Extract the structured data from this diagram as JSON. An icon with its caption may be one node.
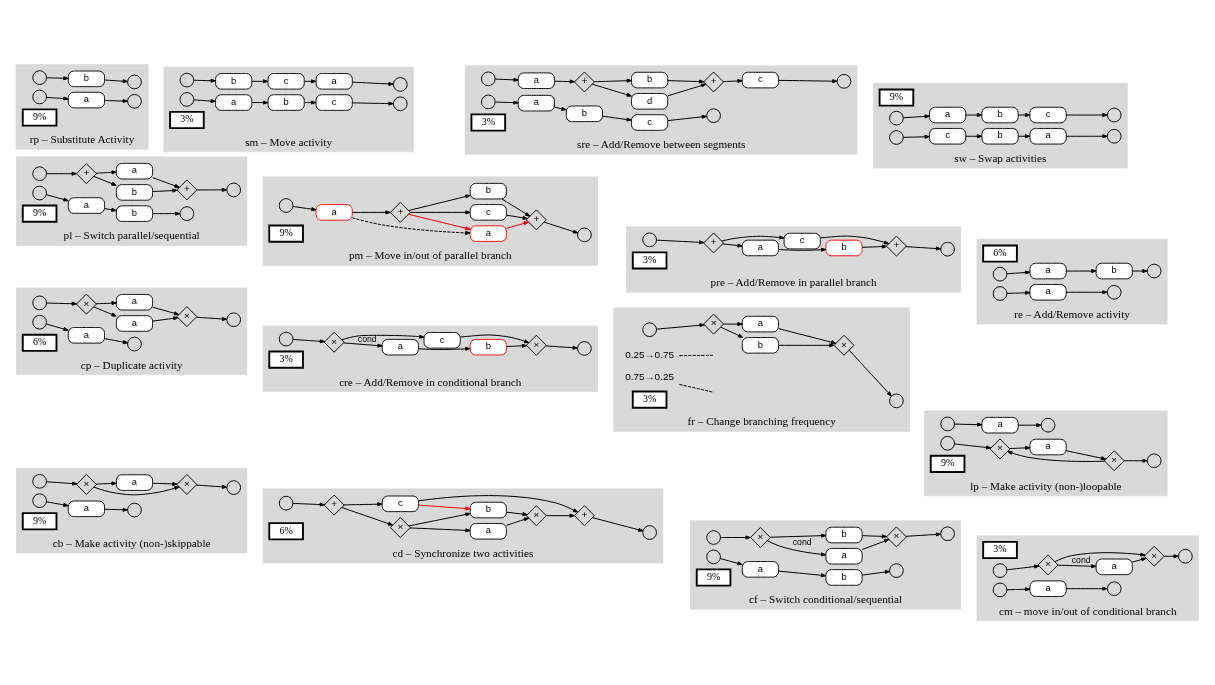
{
  "diagram": {
    "nodes": [
      {
        "text": [
          "cb – Make activity (non-)skippable"
        ]
      },
      {
        "text": [
          "9%"
        ],
        "in": 0
      },
      {
        "text": [],
        "shape": "circle",
        "in": 0
      },
      {
        "text": [
          "×"
        ],
        "in": 0
      },
      {
        "text": [
          "a"
        ],
        "in": 0
      },
      {
        "text": [
          "×"
        ],
        "in": 0
      },
      {
        "text": [],
        "shape": "circle",
        "in": 0
      },
      {
        "text": [],
        "shape": "circle",
        "in": 0
      },
      {
        "text": [
          "a"
        ],
        "in": 0
      },
      {
        "text": [],
        "shape": "circle",
        "in": 0
      },
      {
        "text": [
          "cd – Synchronize two activities"
        ]
      },
      {
        "text": [
          "6%"
        ],
        "in": 10
      },
      {
        "text": [],
        "shape": "circle",
        "in": 10
      },
      {
        "text": [
          "+"
        ],
        "in": 10
      },
      {
        "text": [
          "×"
        ],
        "in": 10
      },
      {
        "text": [
          "a"
        ],
        "in": 10
      },
      {
        "text": [
          "b"
        ],
        "in": 10
      },
      {
        "text": [
          "×"
        ],
        "in": 10
      },
      {
        "text": [
          "c"
        ],
        "in": 10
      },
      {
        "text": [
          "+"
        ],
        "in": 10
      },
      {
        "text": [],
        "shape": "circle",
        "in": 10
      },
      {
        "text": [
          "cf – Switch conditional/sequential"
        ]
      },
      {
        "text": [
          "9%"
        ],
        "in": 21
      },
      {
        "text": [],
        "shape": "circle",
        "in": 21
      },
      {
        "text": [
          "×"
        ],
        "in": 21
      },
      {
        "text": [
          "a"
        ],
        "in": 21
      },
      {
        "text": [
          "b"
        ],
        "in": 21
      },
      {
        "text": [
          "×"
        ],
        "in": 21
      },
      {
        "text": [],
        "shape": "circle",
        "in": 21
      },
      {
        "text": [],
        "shape": "circle",
        "in": 21
      },
      {
        "text": [
          "a"
        ],
        "in": 21
      },
      {
        "text": [
          "b"
        ],
        "in": 21
      },
      {
        "text": [],
        "shape": "circle",
        "in": 21
      },
      {
        "text": [
          "cm – move in/out of conditional branch"
        ]
      },
      {
        "text": [
          "3%"
        ],
        "in": 33
      },
      {
        "text": [],
        "shape": "circle",
        "in": 33
      },
      {
        "text": [
          "×"
        ],
        "in": 33
      },
      {
        "text": [
          "a"
        ],
        "in": 33
      },
      {
        "text": [
          "×"
        ],
        "in": 33
      },
      {
        "text": [],
        "shape": "circle",
        "in": 33
      },
      {
        "text": [],
        "shape": "circle",
        "in": 33
      },
      {
        "text": [
          "a"
        ],
        "in": 33
      },
      {
        "text": [],
        "shape": "circle",
        "in": 33
      },
      {
        "text": [
          "cp – Duplicate activity"
        ]
      },
      {
        "text": [
          "6%"
        ],
        "in": 43
      },
      {
        "text": [],
        "shape": "circle",
        "in": 43
      },
      {
        "text": [
          "×"
        ],
        "in": 43
      },
      {
        "text": [
          "a"
        ],
        "in": 43
      },
      {
        "text": [
          "a"
        ],
        "in": 43
      },
      {
        "text": [
          "×"
        ],
        "in": 43
      },
      {
        "text": [],
        "shape": "circle",
        "in": 43
      },
      {
        "text": [],
        "shape": "circle",
        "in": 43
      },
      {
        "text": [
          "a"
        ],
        "in": 43
      },
      {
        "text": [],
        "shape": "circle",
        "in": 43
      },
      {
        "text": [
          "cre – Add/Remove in conditional branch"
        ]
      },
      {
        "text": [
          "3%"
        ],
        "in": 54
      },
      {
        "text": [],
        "shape": "circle",
        "in": 54
      },
      {
        "text": [
          "×"
        ],
        "in": 54
      },
      {
        "text": [
          "a"
        ],
        "in": 54
      },
      {
        "text": [
          "b"
        ],
        "in": 54
      },
      {
        "text": [
          "c"
        ],
        "in": 54
      },
      {
        "text": [
          "×"
        ],
        "in": 54
      },
      {
        "text": [],
        "shape": "circle",
        "in": 54
      },
      {
        "text": [
          "fr – Change branching frequency"
        ]
      },
      {
        "text": [
          "3%"
        ],
        "in": 63
      },
      {
        "text": [
          "0.25→0.75"
        ],
        "in": 63
      },
      {
        "text": [],
        "shape": "circle",
        "in": 63
      },
      {
        "text": [
          "×"
        ],
        "in": 63
      },
      {
        "text": [
          "a"
        ],
        "in": 63
      },
      {
        "text": [
          "b"
        ],
        "in": 63
      },
      {
        "text": [
          "×"
        ],
        "in": 63
      },
      {
        "text": [],
        "shape": "circle",
        "in": 63
      },
      {
        "text": [
          "0.75→0.25"
        ],
        "in": 63
      },
      {
        "text": [
          "lp – Make activity (non-)loopable"
        ]
      },
      {
        "text": [
          "9%"
        ],
        "in": 73
      },
      {
        "text": [],
        "shape": "circle",
        "in": 73
      },
      {
        "text": [
          "×"
        ],
        "in": 73
      },
      {
        "text": [
          "a"
        ],
        "in": 73
      },
      {
        "text": [
          "×"
        ],
        "in": 73
      },
      {
        "text": [],
        "shape": "circle",
        "in": 73
      },
      {
        "text": [],
        "shape": "circle",
        "in": 73
      },
      {
        "text": [
          "a"
        ],
        "in": 73
      },
      {
        "text": [],
        "shape": "circle",
        "in": 73
      },
      {
        "text": [
          "pl – Switch parallel/sequential"
        ]
      },
      {
        "text": [
          "9%"
        ],
        "in": 83
      },
      {
        "text": [],
        "shape": "circle",
        "in": 83
      },
      {
        "text": [
          "+"
        ],
        "in": 83
      },
      {
        "text": [
          "a"
        ],
        "in": 83
      },
      {
        "text": [
          "b"
        ],
        "in": 83
      },
      {
        "text": [
          "+"
        ],
        "in": 83
      },
      {
        "text": [],
        "shape": "circle",
        "in": 83
      },
      {
        "text": [],
        "shape": "circle",
        "in": 83
      },
      {
        "text": [
          "a"
        ],
        "in": 83
      },
      {
        "text": [
          "b"
        ],
        "in": 83
      },
      {
        "text": [],
        "shape": "circle",
        "in": 83
      },
      {
        "text": [
          "pm – Move in/out of parallel branch"
        ]
      },
      {
        "text": [
          "9%"
        ],
        "in": 95
      },
      {
        "text": [],
        "shape": "circle",
        "in": 95
      },
      {
        "text": [
          "a"
        ],
        "in": 95
      },
      {
        "text": [
          "+"
        ],
        "in": 95
      },
      {
        "text": [
          "a"
        ],
        "in": 95
      },
      {
        "text": [
          "b"
        ],
        "in": 95
      },
      {
        "text": [
          "c"
        ],
        "in": 95
      },
      {
        "text": [
          "+"
        ],
        "in": 95
      },
      {
        "text": [],
        "shape": "circle",
        "in": 95
      },
      {
        "text": [
          "pre – Add/Remove in parallel branch"
        ]
      },
      {
        "text": [
          "3%"
        ],
        "in": 105
      },
      {
        "text": [],
        "shape": "circle",
        "in": 105
      },
      {
        "text": [
          "+"
        ],
        "in": 105
      },
      {
        "text": [
          "a"
        ],
        "in": 105
      },
      {
        "text": [
          "b"
        ],
        "in": 105
      },
      {
        "text": [
          "c"
        ],
        "in": 105
      },
      {
        "text": [
          "+"
        ],
        "in": 105
      },
      {
        "text": [],
        "shape": "circle",
        "in": 105
      },
      {
        "text": [
          "re – Add/Remove activity"
        ]
      },
      {
        "text": [
          "6%"
        ],
        "in": 114
      },
      {
        "text": [],
        "shape": "circle",
        "in": 114
      },
      {
        "text": [
          "a"
        ],
        "in": 114
      },
      {
        "text": [
          "b"
        ],
        "in": 114
      },
      {
        "text": [],
        "shape": "circle",
        "in": 114
      },
      {
        "text": [],
        "shape": "circle",
        "in": 114
      },
      {
        "text": [
          "a"
        ],
        "in": 114
      },
      {
        "text": [],
        "shape": "circle",
        "in": 114
      },
      {
        "text": [
          "rp – Substitute Activity"
        ]
      },
      {
        "text": [
          "9%"
        ],
        "in": 123
      },
      {
        "text": [],
        "shape": "circle",
        "in": 123
      },
      {
        "text": [
          "a"
        ],
        "in": 123
      },
      {
        "text": [],
        "shape": "circle",
        "in": 123
      },
      {
        "text": [],
        "shape": "circle",
        "in": 123
      },
      {
        "text": [
          "b"
        ],
        "in": 123
      },
      {
        "text": [],
        "shape": "circle",
        "in": 123
      },
      {
        "text": [
          "sm – Move activity"
        ]
      },
      {
        "text": [
          "3%"
        ],
        "in": 131
      },
      {
        "text": [],
        "shape": "circle",
        "in": 131
      },
      {
        "text": [
          "a"
        ],
        "in": 131
      },
      {
        "text": [
          "b"
        ],
        "in": 131
      },
      {
        "text": [
          "c"
        ],
        "in": 131
      },
      {
        "text": [],
        "shape": "circle",
        "in": 131
      },
      {
        "text": [],
        "shape": "circle",
        "in": 131
      },
      {
        "text": [
          "b"
        ],
        "in": 131
      },
      {
        "text": [
          "c"
        ],
        "in": 131
      },
      {
        "text": [
          "a"
        ],
        "in": 131
      },
      {
        "text": [],
        "shape": "circle",
        "in": 131
      },
      {
        "text": [
          "sre – Add/Remove between segments"
        ]
      },
      {
        "text": [
          "3%"
        ],
        "in": 143
      },
      {
        "text": [],
        "shape": "circle",
        "in": 143
      },
      {
        "text": [
          "a"
        ],
        "in": 143
      },
      {
        "text": [
          "+"
        ],
        "in": 143
      },
      {
        "text": [
          "b"
        ],
        "in": 143
      },
      {
        "text": [
          "d"
        ],
        "in": 143
      },
      {
        "text": [
          "+"
        ],
        "in": 143
      },
      {
        "text": [
          "c"
        ],
        "in": 143
      },
      {
        "text": [],
        "shape": "circle",
        "in": 143
      },
      {
        "text": [],
        "shape": "circle",
        "in": 143
      },
      {
        "text": [
          "a"
        ],
        "in": 143
      },
      {
        "text": [
          "b"
        ],
        "in": 143
      },
      {
        "text": [
          "c"
        ],
        "in": 143
      },
      {
        "text": [],
        "shape": "circle",
        "in": 143
      },
      {
        "text": [
          "sw – Swap activities"
        ]
      },
      {
        "text": [
          "9%"
        ],
        "in": 158
      },
      {
        "text": [],
        "shape": "circle",
        "in": 158
      },
      {
        "text": [
          "a"
        ],
        "in": 158
      },
      {
        "text": [
          "b"
        ],
        "in": 158
      },
      {
        "text": [
          "c"
        ],
        "in": 158
      },
      {
        "text": [],
        "shape": "circle",
        "in": 158
      },
      {
        "text": [],
        "shape": "circle",
        "in": 158
      },
      {
        "text": [
          "c"
        ],
        "in": 158
      },
      {
        "text": [
          "b"
        ],
        "in": 158
      },
      {
        "text": [
          "a"
        ],
        "in": 158
      },
      {
        "text": [],
        "shape": "circle",
        "in": 158
      }
    ],
    "edges": [
      {
        "from": 2,
        "to": 3,
        "arrow": "to"
      },
      {
        "from": 3,
        "to": 4,
        "arrow": "to"
      },
      {
        "from": 4,
        "to": 5,
        "arrow": "to"
      },
      {
        "from": 3,
        "to": 5,
        "arrow": "to"
      },
      {
        "from": 5,
        "to": 6,
        "arrow": "to"
      },
      {
        "from": 7,
        "to": 8,
        "arrow": "to"
      },
      {
        "from": 8,
        "to": 9,
        "arrow": "to"
      },
      {
        "from": 12,
        "to": 13,
        "arrow": "to"
      },
      {
        "from": 13,
        "to": 14,
        "arrow": "to"
      },
      {
        "from": 14,
        "to": 15,
        "arrow": "to"
      },
      {
        "from": 14,
        "to": 16,
        "arrow": "to"
      },
      {
        "from": 15,
        "to": 17,
        "arrow": "to"
      },
      {
        "from": 16,
        "to": 17,
        "arrow": "to"
      },
      {
        "from": 13,
        "to": 18,
        "arrow": "to"
      },
      {
        "from": 17,
        "to": 19,
        "arrow": "to"
      },
      {
        "from": 18,
        "to": 19,
        "arrow": "to"
      },
      {
        "from": 19,
        "to": 20,
        "arrow": "to"
      },
      {
        "from": 18,
        "to": 16,
        "arrow": "to",
        "color": "#ff0000"
      },
      {
        "from": 23,
        "to": 24,
        "arrow": "to"
      },
      {
        "from": 24,
        "to": 25,
        "arrow": "to",
        "label": "cond"
      },
      {
        "from": 24,
        "to": 26,
        "arrow": "to"
      },
      {
        "from": 25,
        "to": 27,
        "arrow": "to"
      },
      {
        "from": 26,
        "to": 27,
        "arrow": "to"
      },
      {
        "from": 27,
        "to": 28,
        "arrow": "to"
      },
      {
        "from": 29,
        "to": 30,
        "arrow": "to"
      },
      {
        "from": 30,
        "to": 31,
        "arrow": "to"
      },
      {
        "from": 31,
        "to": 32,
        "arrow": "to"
      },
      {
        "from": 35,
        "to": 36,
        "arrow": "to"
      },
      {
        "from": 36,
        "to": 37,
        "arrow": "to",
        "label": "cond"
      },
      {
        "from": 37,
        "to": 38,
        "arrow": "to"
      },
      {
        "from": 36,
        "to": 38,
        "arrow": "to"
      },
      {
        "from": 38,
        "to": 39,
        "arrow": "to"
      },
      {
        "from": 40,
        "to": 41,
        "arrow": "to"
      },
      {
        "from": 41,
        "to": 42,
        "arrow": "to"
      },
      {
        "from": 45,
        "to": 46,
        "arrow": "to"
      },
      {
        "from": 46,
        "to": 47,
        "arrow": "to"
      },
      {
        "from": 46,
        "to": 48,
        "arrow": "to"
      },
      {
        "from": 47,
        "to": 49,
        "arrow": "to"
      },
      {
        "from": 48,
        "to": 49,
        "arrow": "to"
      },
      {
        "from": 49,
        "to": 50,
        "arrow": "to"
      },
      {
        "from": 51,
        "to": 52,
        "arrow": "to"
      },
      {
        "from": 52,
        "to": 53,
        "arrow": "to"
      },
      {
        "from": 56,
        "to": 57,
        "arrow": "to"
      },
      {
        "from": 57,
        "to": 58,
        "arrow": "to",
        "label": "cond"
      },
      {
        "from": 58,
        "to": 59,
        "arrow": "to"
      },
      {
        "from": 59,
        "to": 61,
        "arrow": "to"
      },
      {
        "from": 57,
        "to": 60,
        "arrow": "to"
      },
      {
        "from": 60,
        "to": 61,
        "arrow": "to"
      },
      {
        "from": 61,
        "to": 62,
        "arrow": "to"
      },
      {
        "from": 66,
        "to": 67,
        "arrow": "to"
      },
      {
        "from": 67,
        "to": 68,
        "arrow": "to"
      },
      {
        "from": 67,
        "to": 69,
        "arrow": "to"
      },
      {
        "from": 68,
        "to": 70,
        "arrow": "to"
      },
      {
        "from": 69,
        "to": 70,
        "arrow": "to"
      },
      {
        "from": 70,
        "to": 71,
        "arrow": "to"
      },
      {
        "from": 65,
        "to": null,
        "arrow": "none",
        "style": "dashed"
      },
      {
        "from": 72,
        "to": null,
        "arrow": "none",
        "style": "dashed"
      },
      {
        "from": 75,
        "to": 76,
        "arrow": "to"
      },
      {
        "from": 76,
        "to": 77,
        "arrow": "to"
      },
      {
        "from": 77,
        "to": 78,
        "arrow": "to"
      },
      {
        "from": 78,
        "to": 76,
        "arrow": "to"
      },
      {
        "from": 78,
        "to": 79,
        "arrow": "to"
      },
      {
        "from": 80,
        "to": 81,
        "arrow": "to"
      },
      {
        "from": 81,
        "to": 82,
        "arrow": "to"
      },
      {
        "from": 85,
        "to": 86,
        "arrow": "to"
      },
      {
        "from": 86,
        "to": 87,
        "arrow": "to"
      },
      {
        "from": 86,
        "to": 88,
        "arrow": "to"
      },
      {
        "from": 87,
        "to": 89,
        "arrow": "to"
      },
      {
        "from": 88,
        "to": 89,
        "arrow": "to"
      },
      {
        "from": 89,
        "to": 90,
        "arrow": "to"
      },
      {
        "from": 91,
        "to": 92,
        "arrow": "to"
      },
      {
        "from": 92,
        "to": 93,
        "arrow": "to"
      },
      {
        "from": 93,
        "to": 94,
        "arrow": "to"
      },
      {
        "from": 97,
        "to": 98,
        "arrow": "to"
      },
      {
        "from": 98,
        "to": 99,
        "arrow": "to"
      },
      {
        "from": 99,
        "to": 100,
        "arrow": "to",
        "color": "#ff0000"
      },
      {
        "from": 99,
        "to": 101,
        "arrow": "to"
      },
      {
        "from": 99,
        "to": 102,
        "arrow": "to"
      },
      {
        "from": 100,
        "to": 103,
        "arrow": "to",
        "color": "#ff0000"
      },
      {
        "from": 101,
        "to": 103,
        "arrow": "to"
      },
      {
        "from": 102,
        "to": 103,
        "arrow": "to"
      },
      {
        "from": 103,
        "to": 104,
        "arrow": "to"
      },
      {
        "from": 98,
        "to": 100,
        "arrow": "to",
        "style": "dashed"
      },
      {
        "from": 107,
        "to": 108,
        "arrow": "to"
      },
      {
        "from": 108,
        "to": 109,
        "arrow": "to"
      },
      {
        "from": 109,
        "to": 110,
        "arrow": "to"
      },
      {
        "from": 110,
        "to": 112,
        "arrow": "to"
      },
      {
        "from": 108,
        "to": 111,
        "arrow": "to"
      },
      {
        "from": 111,
        "to": 112,
        "arrow": "to"
      },
      {
        "from": 112,
        "to": 113,
        "arrow": "to"
      },
      {
        "from": 116,
        "to": 117,
        "arrow": "to"
      },
      {
        "from": 117,
        "to": 118,
        "arrow": "to"
      },
      {
        "from": 118,
        "to": 119,
        "arrow": "to"
      },
      {
        "from": 120,
        "to": 121,
        "arrow": "to"
      },
      {
        "from": 121,
        "to": 122,
        "arrow": "to"
      },
      {
        "from": 125,
        "to": 126,
        "arrow": "to"
      },
      {
        "from": 126,
        "to": 127,
        "arrow": "to"
      },
      {
        "from": 128,
        "to": 129,
        "arrow": "to"
      },
      {
        "from": 129,
        "to": 130,
        "arrow": "to"
      },
      {
        "from": 133,
        "to": 134,
        "arrow": "to"
      },
      {
        "from": 134,
        "to": 135,
        "arrow": "to"
      },
      {
        "from": 135,
        "to": 136,
        "arrow": "to"
      },
      {
        "from": 136,
        "to": 137,
        "arrow": "to"
      },
      {
        "from": 138,
        "to": 139,
        "arrow": "to"
      },
      {
        "from": 139,
        "to": 140,
        "arrow": "to"
      },
      {
        "from": 140,
        "to": 141,
        "arrow": "to"
      },
      {
        "from": 141,
        "to": 142,
        "arrow": "to"
      },
      {
        "from": 145,
        "to": 146,
        "arrow": "to"
      },
      {
        "from": 146,
        "to": 147,
        "arrow": "to"
      },
      {
        "from": 147,
        "to": 148,
        "arrow": "to"
      },
      {
        "from": 147,
        "to": 149,
        "arrow": "to"
      },
      {
        "from": 148,
        "to": 150,
        "arrow": "to"
      },
      {
        "from": 149,
        "to": 150,
        "arrow": "to"
      },
      {
        "from": 150,
        "to": 151,
        "arrow": "to"
      },
      {
        "from": 151,
        "to": 152,
        "arrow": "to"
      },
      {
        "from": 153,
        "to": 154,
        "arrow": "to"
      },
      {
        "from": 154,
        "to": 155,
        "arrow": "to"
      },
      {
        "from": 155,
        "to": 156,
        "arrow": "to"
      },
      {
        "from": 156,
        "to": 157,
        "arrow": "to"
      },
      {
        "from": 160,
        "to": 161,
        "arrow": "to"
      },
      {
        "from": 161,
        "to": 162,
        "arrow": "to"
      },
      {
        "from": 162,
        "to": 163,
        "arrow": "to"
      },
      {
        "from": 163,
        "to": 164,
        "arrow": "to"
      },
      {
        "from": 165,
        "to": 166,
        "arrow": "to"
      },
      {
        "from": 166,
        "to": 167,
        "arrow": "to"
      },
      {
        "from": 167,
        "to": 168,
        "arrow": "to"
      },
      {
        "from": 168,
        "to": 169,
        "arrow": "to"
      }
    ]
  }
}
